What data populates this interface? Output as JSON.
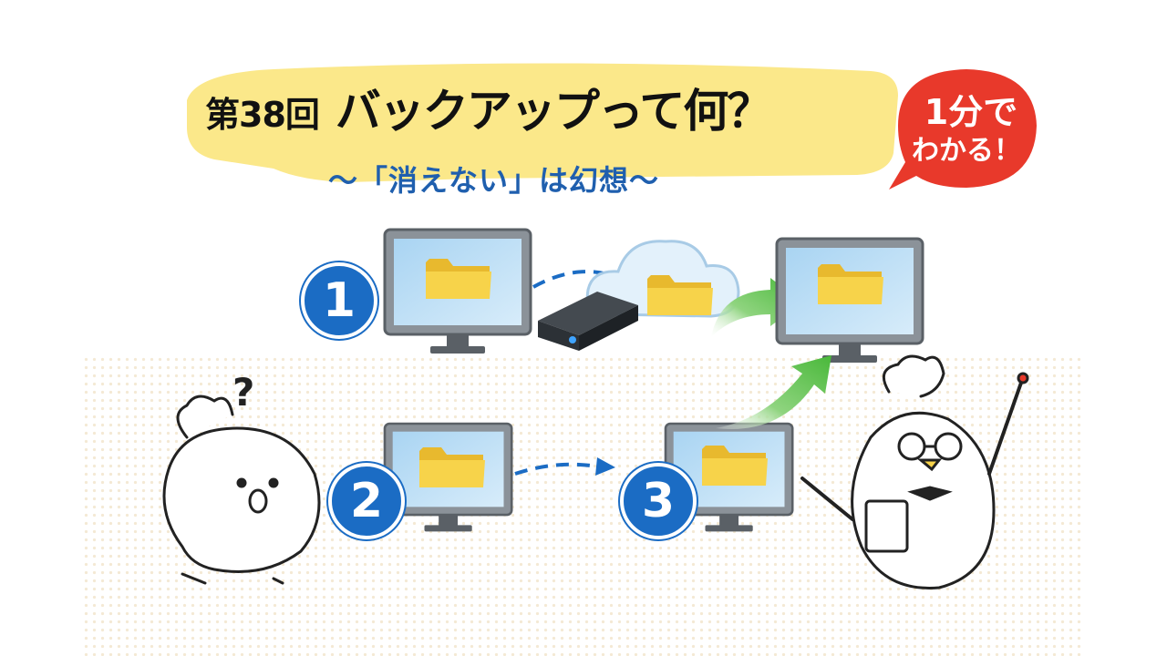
{
  "header": {
    "episode": "第38回",
    "title": "バックアップって何？",
    "subtitle": "〜「消えない」は幻想〜"
  },
  "badge": {
    "line1": "1分で",
    "line2": "わかる！",
    "color": "#e8392b"
  },
  "steps": [
    {
      "number": "1"
    },
    {
      "number": "2"
    },
    {
      "number": "3"
    }
  ],
  "colors": {
    "banner": "#fbe88a",
    "accent_blue": "#1b6cc4",
    "arrow_green": "#59c24a",
    "folder": "#f7d34a"
  }
}
